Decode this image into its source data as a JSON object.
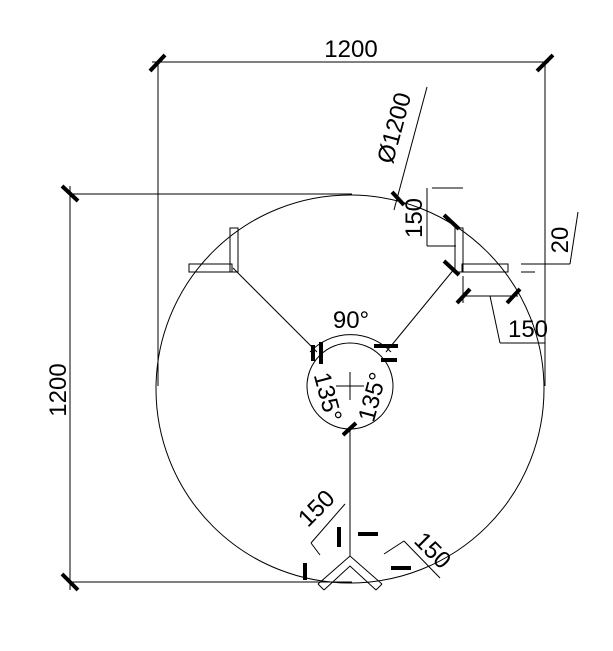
{
  "drawing": {
    "line_color": "#000000",
    "background": "#ffffff",
    "dimensions": {
      "top_width": "1200",
      "left_height": "1200",
      "diameter": "Ø1200",
      "arm_top_right_1": "150",
      "arm_top_right_2": "150",
      "plate_thickness": "20",
      "bottom_left_arm": "150",
      "bottom_right_arm": "150"
    },
    "angles": {
      "top": "90°",
      "left": "135°",
      "right": "135°"
    }
  }
}
